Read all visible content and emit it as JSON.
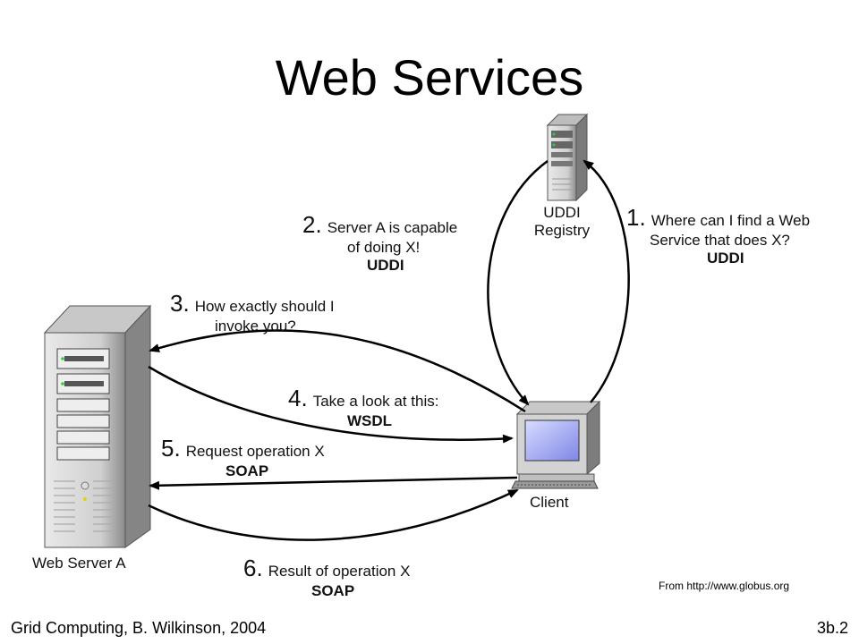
{
  "title": "Web Services",
  "nodes": {
    "uddi_registry": {
      "line1": "UDDI",
      "line2": "Registry"
    },
    "web_server": {
      "label": "Web Server A"
    },
    "client": {
      "label": "Client"
    }
  },
  "steps": [
    {
      "num": "1.",
      "line1": "Where can I find a Web",
      "line2": "Service that does X?",
      "protocol": "UDDI"
    },
    {
      "num": "2.",
      "line1": "Server A is capable",
      "line2": "of doing X!",
      "protocol": "UDDI"
    },
    {
      "num": "3.",
      "line1": "How exactly should I",
      "line2": "invoke you?"
    },
    {
      "num": "4.",
      "line1": "Take a look at this:",
      "protocol": "WSDL"
    },
    {
      "num": "5.",
      "line1": "Request operation X",
      "protocol": "SOAP"
    },
    {
      "num": "6.",
      "line1": "Result of operation X",
      "protocol": "SOAP"
    }
  ],
  "source": "From http://www.globus.org",
  "footer": {
    "left": "Grid Computing, B. Wilkinson, 2004",
    "right": "3b.2"
  }
}
